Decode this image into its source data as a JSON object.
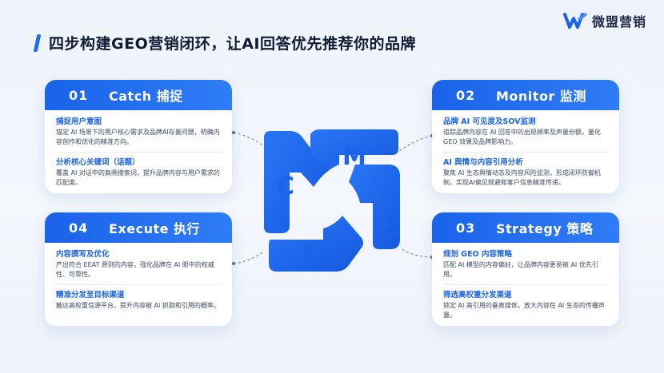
{
  "brand": {
    "name": "微盟营销"
  },
  "title": "四步构建GEO营销闭环，让AI回答优先推荐你的品牌",
  "colors": {
    "accent": "#1d6cf2",
    "panel": "#1a63ea"
  },
  "cards": [
    {
      "num": "01",
      "title": "Catch 捕捉",
      "items": [
        {
          "title": "捕捉用户意图",
          "desc": "锚定 AI 场景下的用户核心需求及品牌AI存量问题，明确内容创作和优化的精准方向。"
        },
        {
          "title": "分析核心关键词（话题）",
          "desc": "覆盖 AI 对话中的高频搜索词，提升品牌内容与用户需求的匹配度。"
        }
      ]
    },
    {
      "num": "02",
      "title": "Monitor 监测",
      "items": [
        {
          "title": "品牌 AI 可见度及SOV监测",
          "desc": "追踪品牌内容在 AI 回答中的出现频率及声量份额，量化 GEO 效果及品牌影响力。"
        },
        {
          "title": "AI 舆情与内容引用分析",
          "desc": "聚焦 AI 生态舆情动态及内容风险监测，形成闭环防御机制，实现AI偏见规避和客户信息精准传递。"
        }
      ]
    },
    {
      "num": "04",
      "title": "Execute 执行",
      "items": [
        {
          "title": "内容撰写及优化",
          "desc": "产出符合 EEAT 原则的内容，强化品牌在 AI 眼中的权威性、可靠性。"
        },
        {
          "title": "精准分发至目标渠道",
          "desc": "触达高权重信源平台，提升内容被 AI 抓取和引用的概率。"
        }
      ]
    },
    {
      "num": "03",
      "title": "Strategy 策略",
      "items": [
        {
          "title": "规划 GEO 内容策略",
          "desc": "匹配 AI 模型的内容偏好，让品牌内容更易被 AI 优先引用。"
        },
        {
          "title": "筛选高权重分发渠道",
          "desc": "锁定 AI 高引用的垂直媒体，放大内容在 AI 生态的传播声量。"
        }
      ]
    }
  ],
  "cycle": {
    "letters": [
      "C",
      "M",
      "S",
      "E"
    ]
  }
}
